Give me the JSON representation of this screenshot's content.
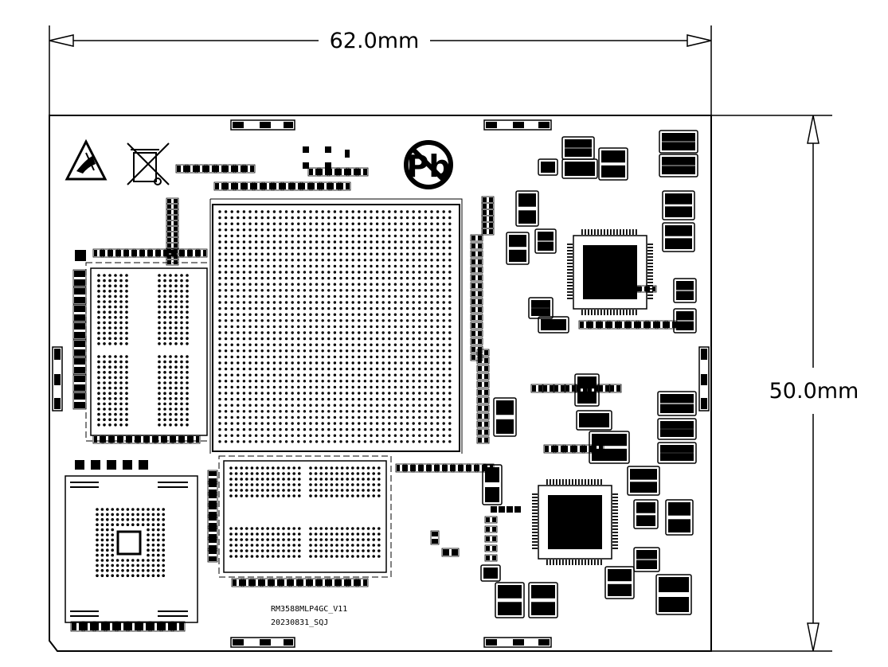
{
  "dimensions": {
    "width_label": "62.0mm",
    "height_label": "50.0mm"
  },
  "board": {
    "model_label": "RM3588MLP4GC_V11",
    "date_label": "20230831_SQJ"
  },
  "symbols": {
    "pb_label": "Pb",
    "esd_icon": "esd-warning-icon",
    "weee_icon": "weee-crossed-bin-icon",
    "pb_icon": "lead-free-icon"
  },
  "colors": {
    "ink": "#000000",
    "background": "#ffffff"
  }
}
